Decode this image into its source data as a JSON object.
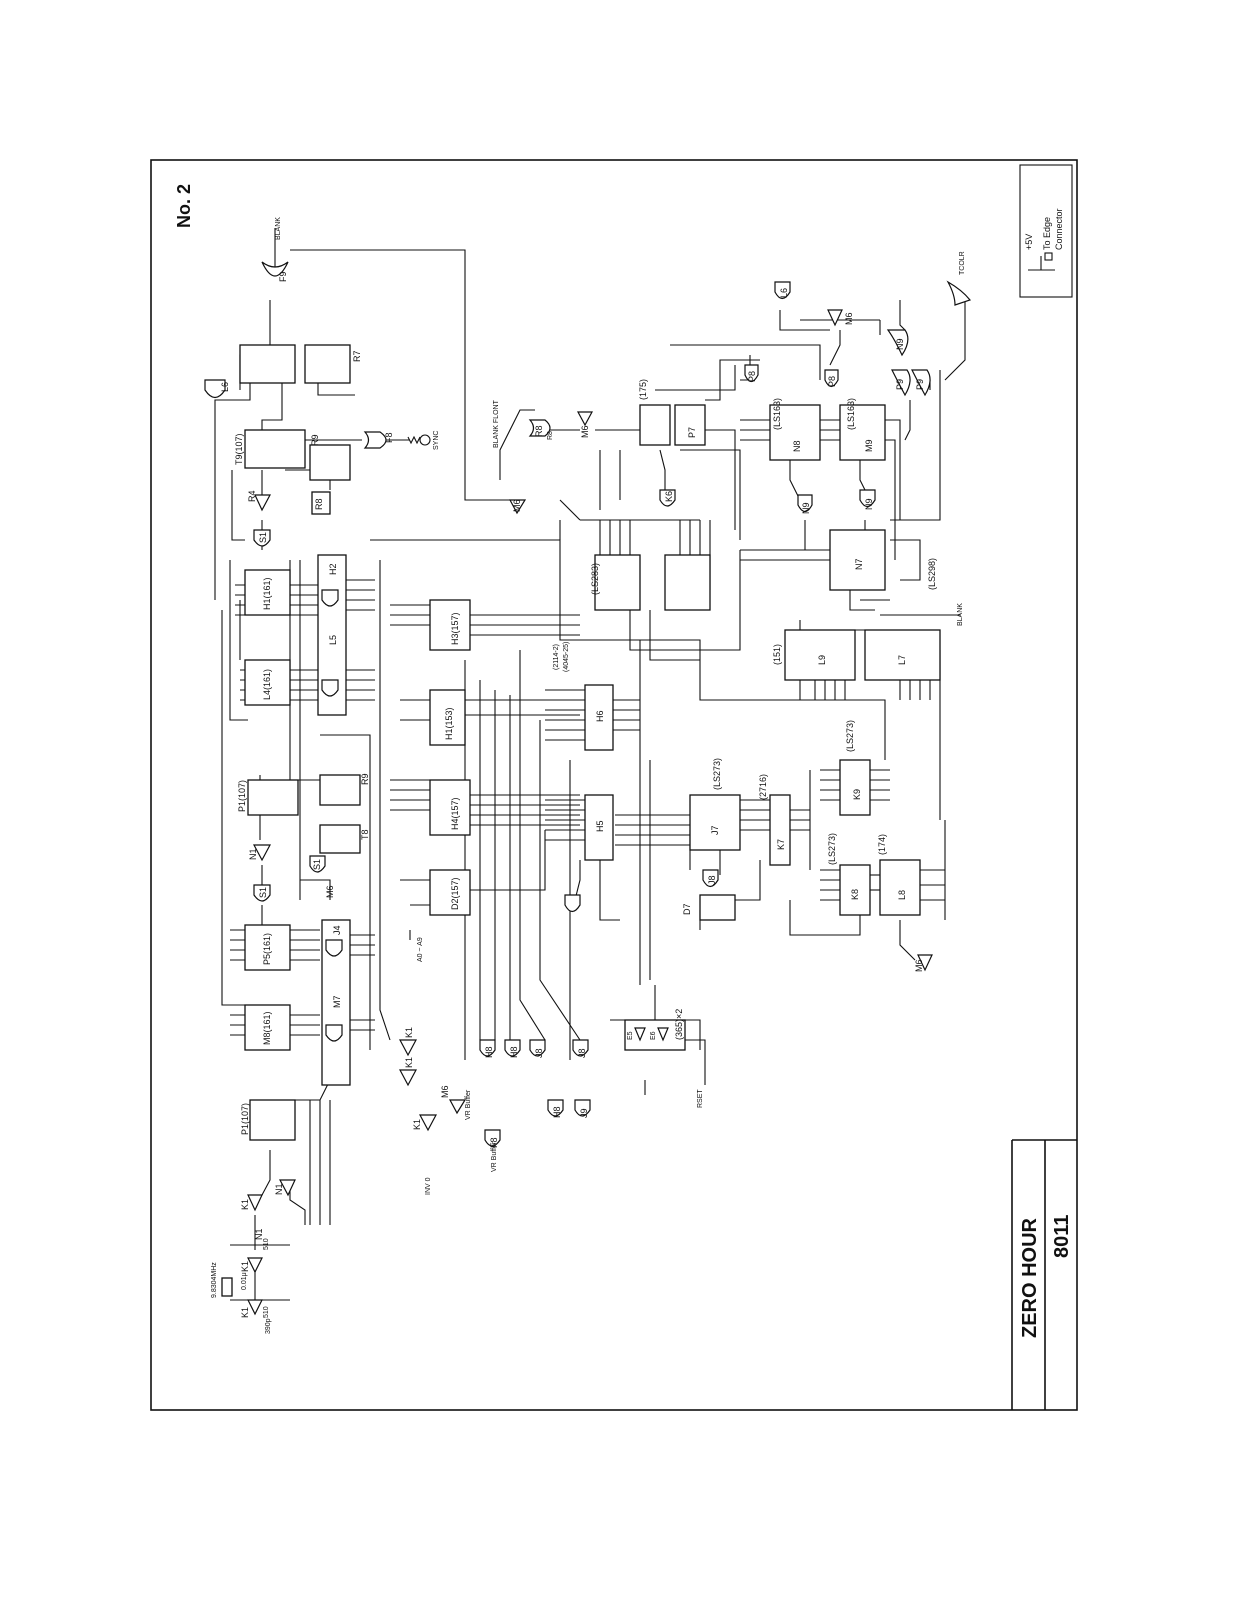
{
  "sheet": {
    "number": "No. 2",
    "title": "ZERO HOUR",
    "model": "8011"
  },
  "legend": {
    "vcc_label": "+5V",
    "edge_label_1": "To Edge",
    "edge_label_2": "Connector"
  },
  "signals": {
    "blank_top": "BLANK",
    "blank_right": "BLANK",
    "sync": "SYNC",
    "blank_flont": "BLANK FLONT",
    "tcolr": "TCOLR",
    "crystal": "9.8304MHz",
    "inv0": "INV 0",
    "reset": "RSET",
    "vr_buffer_1": "VR Buffer",
    "vr_buffer_2": "VR Buffer",
    "cap_1": "0.01μ",
    "cap_2": "390p",
    "res_1": "510",
    "res_2": "510",
    "a_range": "A0 ~ A9"
  },
  "chips": [
    {
      "id": "f1",
      "label": "F9"
    },
    {
      "id": "f2",
      "label": "L6"
    },
    {
      "id": "f3",
      "label": "R7"
    },
    {
      "id": "f4",
      "label": "T9(107)"
    },
    {
      "id": "f5",
      "label": "R9"
    },
    {
      "id": "f6",
      "label": "F8"
    },
    {
      "id": "f7",
      "label": "R4"
    },
    {
      "id": "f8",
      "label": "R8"
    },
    {
      "id": "f9",
      "label": "S1"
    },
    {
      "id": "f10",
      "label": "H1(161)"
    },
    {
      "id": "f11",
      "label": "H2"
    },
    {
      "id": "f12",
      "label": "L5"
    },
    {
      "id": "f13",
      "label": "L4(161)"
    },
    {
      "id": "f14",
      "label": "P1(107)"
    },
    {
      "id": "f15",
      "label": "N1"
    },
    {
      "id": "f16",
      "label": "R9"
    },
    {
      "id": "f17",
      "label": "T8"
    },
    {
      "id": "f18",
      "label": "S1"
    },
    {
      "id": "f19",
      "label": "M6"
    },
    {
      "id": "f20",
      "label": "S1"
    },
    {
      "id": "f21",
      "label": "P5(161)"
    },
    {
      "id": "f22",
      "label": "J4"
    },
    {
      "id": "f23",
      "label": "M7"
    },
    {
      "id": "f24",
      "label": "M8(161)"
    },
    {
      "id": "f25",
      "label": "P1(107)"
    },
    {
      "id": "f26",
      "label": "N1"
    },
    {
      "id": "f27",
      "label": "K1"
    },
    {
      "id": "f28",
      "label": "K1"
    },
    {
      "id": "f29",
      "label": "K1"
    },
    {
      "id": "f30",
      "label": "K1"
    },
    {
      "id": "f31",
      "label": "K1"
    },
    {
      "id": "f32",
      "label": "K1"
    },
    {
      "id": "f33",
      "label": "N1"
    },
    {
      "id": "f34",
      "label": "H3(157)"
    },
    {
      "id": "f35",
      "label": "H1(153)"
    },
    {
      "id": "f36",
      "label": "H4(157)"
    },
    {
      "id": "f37",
      "label": "D2(157)"
    },
    {
      "id": "f38",
      "label": "H6"
    },
    {
      "id": "f39",
      "label": "H5"
    },
    {
      "id": "f40",
      "label": "(2114-2)"
    },
    {
      "id": "f41",
      "label": "(4045-25)"
    },
    {
      "id": "f42",
      "label": "M6"
    },
    {
      "id": "f43",
      "label": "H8"
    },
    {
      "id": "f44",
      "label": "H8"
    },
    {
      "id": "f45",
      "label": "J8"
    },
    {
      "id": "f46",
      "label": "J8"
    },
    {
      "id": "f47",
      "label": "H8"
    },
    {
      "id": "f48",
      "label": "J9"
    },
    {
      "id": "f49",
      "label": "F8"
    },
    {
      "id": "f50",
      "label": "M6"
    },
    {
      "id": "f51",
      "label": "R8"
    },
    {
      "id": "f52",
      "label": "(175)"
    },
    {
      "id": "f53",
      "label": "P7"
    },
    {
      "id": "f54",
      "label": "M6"
    },
    {
      "id": "f55",
      "label": "R8"
    },
    {
      "id": "f56",
      "label": "K6"
    },
    {
      "id": "f57",
      "label": "(LS283)"
    },
    {
      "id": "f58",
      "label": "P8"
    },
    {
      "id": "f59",
      "label": "P8"
    },
    {
      "id": "f60",
      "label": "(LS163)"
    },
    {
      "id": "f61",
      "label": "N8"
    },
    {
      "id": "f62",
      "label": "(LS163)"
    },
    {
      "id": "f63",
      "label": "M9"
    },
    {
      "id": "f64",
      "label": "L6"
    },
    {
      "id": "f65",
      "label": "M6"
    },
    {
      "id": "f66",
      "label": "N9"
    },
    {
      "id": "f67",
      "label": "P9"
    },
    {
      "id": "f68",
      "label": "P9"
    },
    {
      "id": "f69",
      "label": "N9"
    },
    {
      "id": "f70",
      "label": "N9"
    },
    {
      "id": "f71",
      "label": "N7"
    },
    {
      "id": "f72",
      "label": "(LS298)"
    },
    {
      "id": "f73",
      "label": "L9"
    },
    {
      "id": "f74",
      "label": "(151)"
    },
    {
      "id": "f75",
      "label": "L7"
    },
    {
      "id": "f76",
      "label": "(LS273)"
    },
    {
      "id": "f77",
      "label": "K9"
    },
    {
      "id": "f78",
      "label": "(LS273)"
    },
    {
      "id": "f79",
      "label": "J7"
    },
    {
      "id": "f80",
      "label": "(2716)"
    },
    {
      "id": "f81",
      "label": "K7"
    },
    {
      "id": "f82",
      "label": "(LS273)"
    },
    {
      "id": "f83",
      "label": "K8"
    },
    {
      "id": "f84",
      "label": "(174)"
    },
    {
      "id": "f85",
      "label": "L8"
    },
    {
      "id": "f86",
      "label": "J8"
    },
    {
      "id": "f87",
      "label": "D7"
    },
    {
      "id": "f88",
      "label": "M6"
    },
    {
      "id": "f89",
      "label": "(365)×2"
    },
    {
      "id": "f90",
      "label": "E5"
    },
    {
      "id": "f91",
      "label": "E6"
    }
  ]
}
